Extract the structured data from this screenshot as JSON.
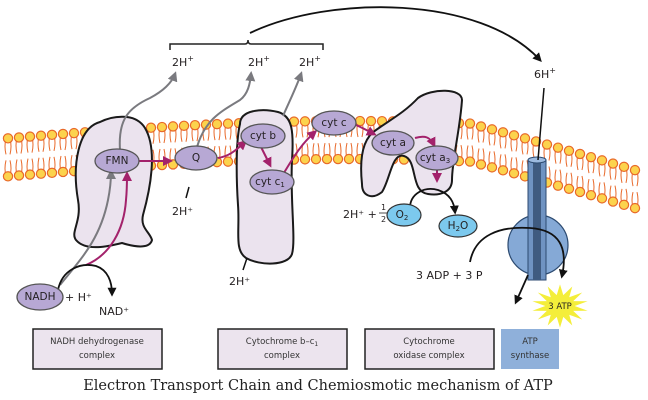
{
  "title": "Electron Transport Chain and Chemiosmotic mechanism of ATP",
  "colors": {
    "membrane_head": "#fcd34d",
    "membrane_head_stroke": "#e8692a",
    "membrane_tail": "#e8692a",
    "complex_fill": "#ebe3ee",
    "carrier_fill": "#b7a8d4",
    "electron_arrow": "#a3226b",
    "proton_arrow": "#7a7a7f",
    "oxygen_fill": "#7cc9ee",
    "atp_synthase_fill": "#85a9d6",
    "atp_burst": "#f4ee3a",
    "label_box_fill": "#ece4ee",
    "atp_box_fill": "#8fb0da"
  },
  "protons": {
    "top_1": "2H",
    "top_2": "2H",
    "top_3": "2H",
    "atp_input": "6H",
    "sup_plus": "+",
    "below_q": "2H⁺",
    "below_bc1": "2H⁺"
  },
  "carriers": {
    "fmn": "FMN",
    "q": "Q",
    "cyt_b": "cyt b",
    "cyt_c1": "cyt c",
    "cyt_c1_sub": "1",
    "cyt_c": "cyt c",
    "cyt_a": "cyt a",
    "cyt_a3": "cyt a",
    "cyt_a3_sub": "3",
    "nadh": "NADH"
  },
  "reactions": {
    "nadh_plus": "+ H⁺",
    "nad": "NAD⁺",
    "oxygen_prefix": "2H⁺ +",
    "half_num": "1",
    "half_den": "2",
    "o2": "O",
    "o2_sub": "2",
    "water_h": "H",
    "water_sub": "2",
    "water_o": "O",
    "adp": "3 ADP + 3 P",
    "atp": "3 ATP"
  },
  "complex_labels": [
    {
      "line1": "NADH dehydrogenase",
      "line2": "complex"
    },
    {
      "line1": "Cytochrome b–c",
      "line1_sub": "1",
      "line2": "complex"
    },
    {
      "line1": "Cytochrome",
      "line2": "oxidase complex"
    },
    {
      "line1": "ATP",
      "line2": "synthase"
    }
  ]
}
